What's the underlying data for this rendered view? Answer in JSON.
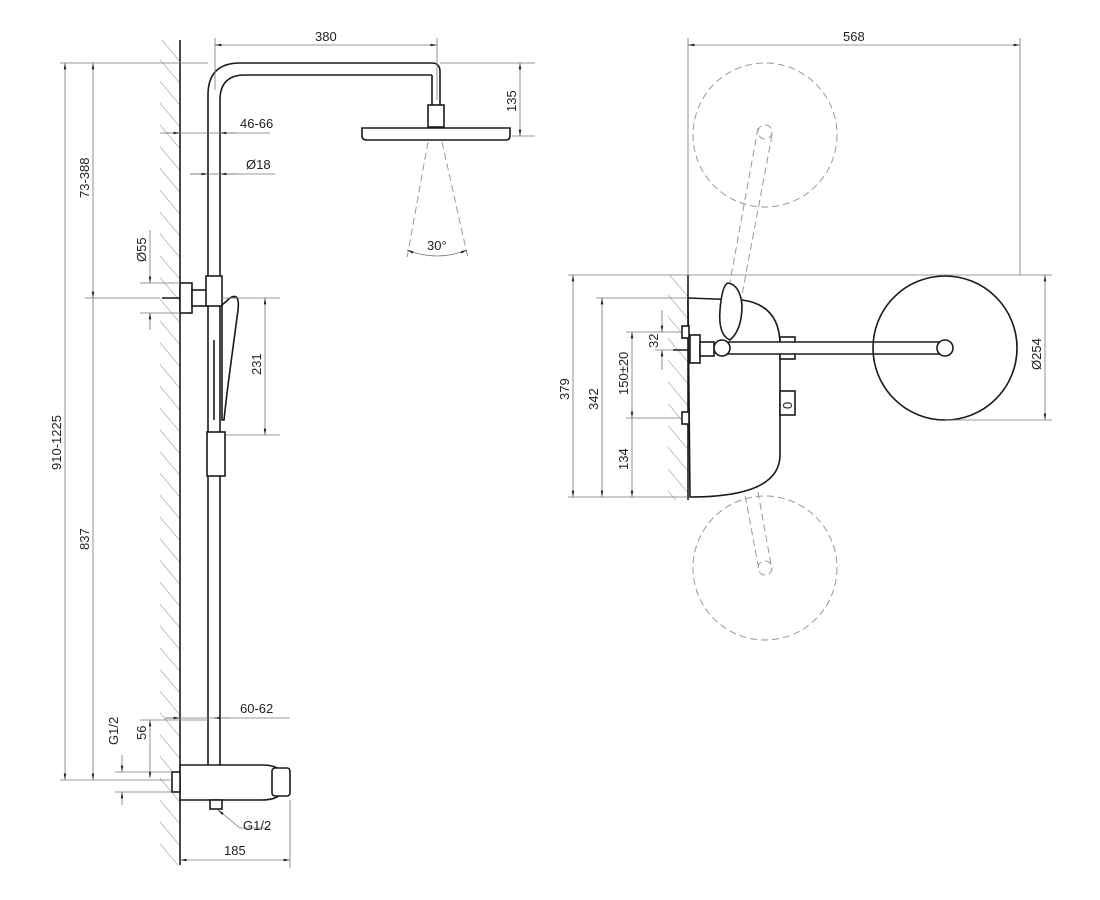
{
  "side_view": {
    "arm_length": "380",
    "head_drop": "135",
    "wall_to_pipe": "46-66",
    "pipe_diameter": "Ø18",
    "upper_adjust": "73-388",
    "outlet_diameter": "Ø55",
    "spray_angle": "30°",
    "handset_length": "231",
    "total_height": "910-1225",
    "lower_height": "837",
    "inlet_thread": "G1/2",
    "inlet_offset": "56",
    "pipe_offset": "60-62",
    "outlet_thread": "G1/2",
    "thermostat_depth": "185"
  },
  "top_view": {
    "swing_width": "568",
    "overall_height": "379",
    "body_height": "342",
    "inlet_spacing": "150±20",
    "lower_inlet": "134",
    "arm_offset": "32",
    "head_diameter": "Ø254",
    "knob_marking": "0"
  }
}
